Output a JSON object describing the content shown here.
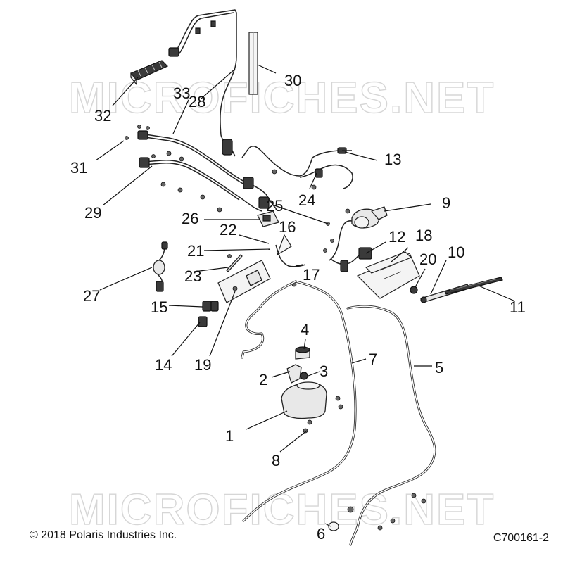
{
  "watermark": "MICROFICHES.NET",
  "copyright": "© 2018 Polaris Industries Inc.",
  "drawing_id": "C700161-2",
  "callouts": [
    "1",
    "2",
    "3",
    "4",
    "5",
    "6",
    "7",
    "8",
    "9",
    "10",
    "11",
    "12",
    "13",
    "14",
    "15",
    "16",
    "17",
    "18",
    "19",
    "20",
    "21",
    "22",
    "23",
    "24",
    "25",
    "26",
    "27",
    "28",
    "29",
    "30",
    "31",
    "32",
    "33"
  ]
}
